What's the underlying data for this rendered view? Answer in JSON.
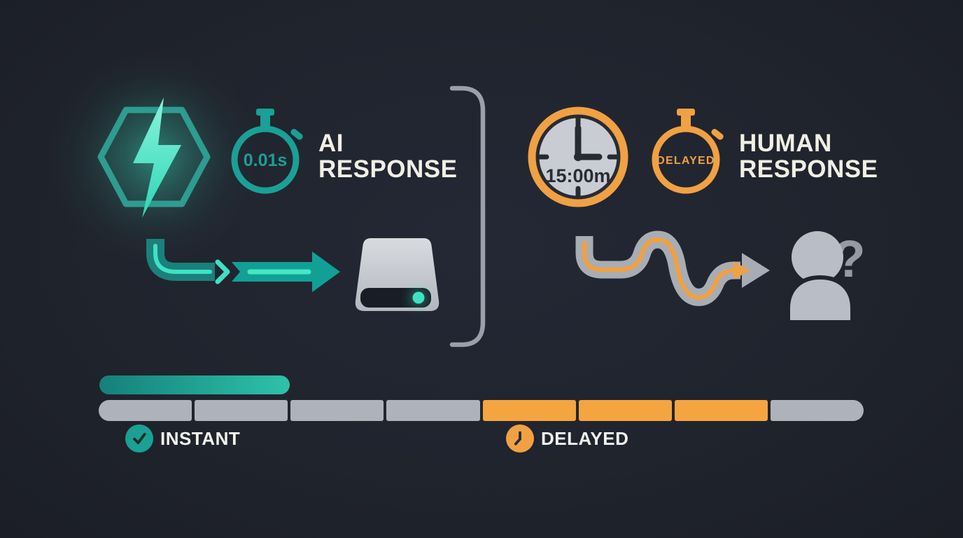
{
  "palette": {
    "background": "#20242d",
    "teal": "#1aa096",
    "teal_bright": "#3ee2c2",
    "orange": "#f0a143",
    "gray": "#a8adb5",
    "cream_text": "#f1efe4"
  },
  "ai_section": {
    "title": "AI RESPONSE",
    "stopwatch_value": "0.01s",
    "icons": [
      "lightning-hexagon-icon",
      "stopwatch-icon",
      "direct-arrow-icon",
      "server-drive-icon"
    ]
  },
  "human_section": {
    "title": "HUMAN RESPONSE",
    "clock_value": "15:00m",
    "stopwatch_value": "DELAYED",
    "question_mark": "?",
    "icons": [
      "clock-icon",
      "stopwatch-icon",
      "wavy-arrow-icon",
      "person-icon",
      "question-mark"
    ]
  },
  "divider": {
    "icon": "bracket-divider"
  },
  "timeline": {
    "instant_label": "INSTANT",
    "delayed_label": "DELAYED",
    "colors": {
      "neutral": "#aeb2bb",
      "delayed": "#f5a53f"
    },
    "segments": [
      {
        "state": "neutral"
      },
      {
        "state": "neutral"
      },
      {
        "state": "neutral"
      },
      {
        "state": "neutral"
      },
      {
        "state": "delayed"
      },
      {
        "state": "delayed"
      },
      {
        "state": "delayed"
      },
      {
        "state": "neutral"
      }
    ]
  }
}
